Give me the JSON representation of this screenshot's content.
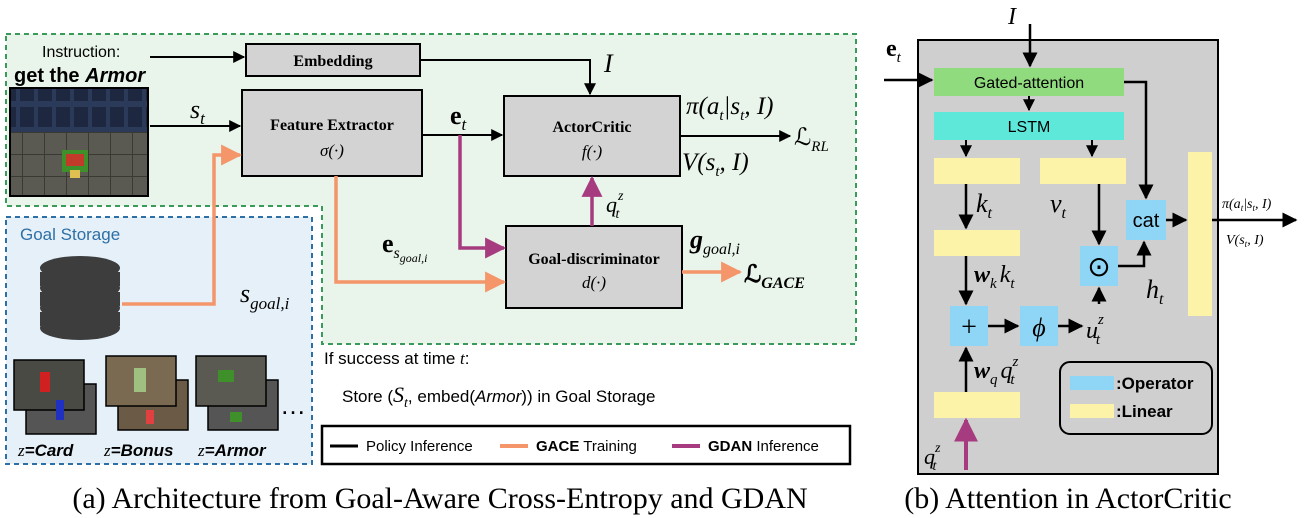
{
  "captions": {
    "left": "(a) Architecture from Goal-Aware Cross-Entropy and GDAN",
    "right": "(b) Attention in ActorCritic"
  },
  "panel_a": {
    "instruction_label": "Instruction:",
    "instruction_prefix": "get the ",
    "instruction_target": "Armor",
    "goal_storage_title": "Goal Storage",
    "blocks": {
      "embedding": "Embedding",
      "feature_extractor": "Feature Extractor",
      "feature_extractor_fn": "σ(·)",
      "actor_critic": "ActorCritic",
      "actor_critic_fn": "f(·)",
      "goal_discriminator": "Goal-discriminator",
      "goal_discriminator_fn": "d(·)"
    },
    "symbols": {
      "s_t": "s",
      "s_t_sub": "t",
      "I": "I",
      "e_t": "e",
      "e_t_sub": "t",
      "q_t": "q",
      "q_t_sub": "t",
      "q_t_sup": "z",
      "e_goal": "e",
      "e_goal_sub": "s",
      "e_goal_subsub": "goal,i",
      "g_goal": "g",
      "g_goal_sub": "goal,i",
      "s_goal": "s",
      "s_goal_sub": "goal,i",
      "pi": "π(a",
      "pi_sub": "t",
      "pi_mid": "|s",
      "pi_sub2": "t",
      "pi_end": ", I)",
      "V": "V(s",
      "V_sub": "t",
      "V_end": ", I)",
      "L_RL": "ℒ",
      "L_RL_sub": "RL",
      "L_GACE": "ℒ",
      "L_GACE_sub": "GACE"
    },
    "success_line1": "If success at time ",
    "success_line1_var": "t",
    "success_line1_end": ":",
    "success_line2_a": "Store (",
    "success_line2_s": "S",
    "success_line2_sub": "t",
    "success_line2_b": ", embed(",
    "success_line2_armor": "Armor",
    "success_line2_c": ")) in Goal Storage",
    "goal_examples": [
      {
        "var": "z",
        "eq": "=",
        "name": "Card"
      },
      {
        "var": "z",
        "eq": "=",
        "name": "Bonus"
      },
      {
        "var": "z",
        "eq": "=",
        "name": "Armor"
      }
    ],
    "ellipsis": "…",
    "legend": [
      {
        "bold": "",
        "text": "Policy Inference",
        "color": "#000000"
      },
      {
        "bold": "GACE",
        "text": " Training",
        "color": "#f4956a"
      },
      {
        "bold": "GDAN",
        "text": " Inference",
        "color": "#a63c7f"
      }
    ]
  },
  "panel_b": {
    "gated_attention": "Gated-attention",
    "lstm": "LSTM",
    "cat": "cat",
    "odot": "⊙",
    "plus": "+",
    "phi": "ϕ",
    "symbols": {
      "I": "I",
      "e_t": "e",
      "e_t_sub": "t",
      "k_t": "k",
      "k_t_sub": "t",
      "v_t": "v",
      "v_t_sub": "t",
      "h_t": "h",
      "h_t_sub": "t",
      "wk": "w",
      "wk_sub": "k",
      "wk_k": "k",
      "wk_k_sub": "t",
      "wq": "w",
      "wq_sub": "q",
      "wq_q": "q",
      "wq_q_sub": "t",
      "wq_q_sup": "z",
      "u": "u",
      "u_sub": "t",
      "u_sup": "z",
      "q_in": "q",
      "q_in_sub": "t",
      "q_in_sup": "z",
      "pi_out": "π(a",
      "pi_out_sub": "t",
      "pi_out_mid": "|s",
      "pi_out_sub2": "t",
      "pi_out_end": ", I)",
      "v_out": "V(s",
      "v_out_sub": "t",
      "v_out_end": ", I)"
    },
    "legend": [
      {
        "label": ":Operator",
        "color": "#8fd5f5"
      },
      {
        "label": ":Linear",
        "color": "#fcf2a8"
      }
    ]
  },
  "colors": {
    "green_bg": "#e9f4ea",
    "blue_bg": "#e5f0f8",
    "block_gray": "#d3d3d3",
    "gated_green": "#8fdb7e",
    "lstm_cyan": "#5ee8da",
    "operator_blue": "#8fd5f5",
    "linear_yellow": "#fcf2a8",
    "panel_b_bg": "#cfcfcf",
    "orange": "#f4956a",
    "purple": "#a63c7f"
  }
}
